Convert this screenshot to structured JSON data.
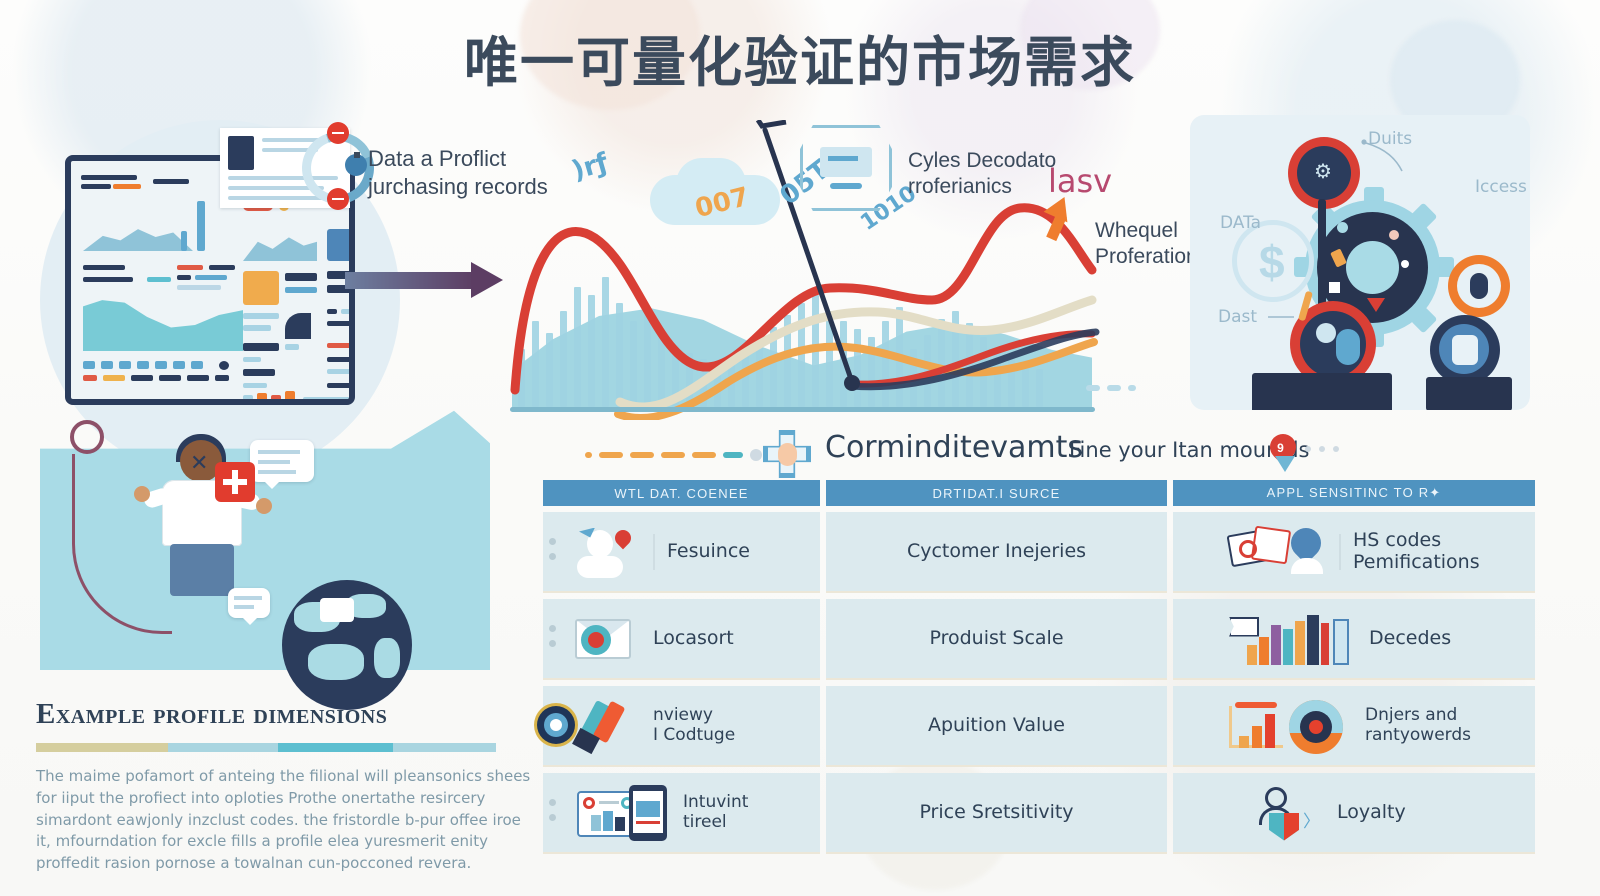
{
  "title": "唯一可量化验证的市场需求",
  "callouts": {
    "left_panel": {
      "line1": "Data a Proflict",
      "line2": "jurchasing records"
    },
    "center_top": {
      "line1": "Cyles Decodato",
      "line2": "rroferianics"
    },
    "center_accent": "lasv",
    "center_right": {
      "line1": "Whequel",
      "line2": "Proferations"
    },
    "scribbles": [
      ")rƒ",
      "007",
      "05T",
      "1010"
    ]
  },
  "right_panel": {
    "labels": {
      "top": "Duits",
      "right": "Iccess",
      "left": "DATa",
      "bottom": "Dast"
    }
  },
  "mid_heading": {
    "title": "Corminditevamts",
    "subtitle": "Fine your Itan mounlds",
    "pin_badge": "9"
  },
  "table": {
    "headers": [
      "WTL DAT. COENEE",
      "DRTIDAT.I SURCE",
      "APPL SENSITINC TO R✦"
    ],
    "rows": [
      {
        "col1": {
          "label": "Fesuince",
          "label2": "",
          "icon": "user-pin-icon"
        },
        "col2": "Cyctomer Inejeries",
        "col3": {
          "label": "HS codes",
          "label2": "Pemifications",
          "icon": "cards-location-icon"
        }
      },
      {
        "col1": {
          "label": "Locasort",
          "label2": "",
          "icon": "envelope-search-icon"
        },
        "col2": "Produist Scale",
        "col3": {
          "label": "Decedes",
          "label2": "",
          "icon": "books-bars-icon"
        }
      },
      {
        "col1": {
          "label": "nviewy",
          "label2": "I Codtuge",
          "icon": "pencil-marker-icon"
        },
        "col2": "Apuition Value",
        "col3": {
          "label": "Dnjers and",
          "label2": "rantyowerds",
          "icon": "chart-donut-icon"
        }
      },
      {
        "col1": {
          "label": "Intuvint",
          "label2": "tireel",
          "icon": "dashboard-tablet-icon"
        },
        "col2": "Price Sretsitivity",
        "col3": {
          "label": "Loyalty",
          "label2": "",
          "icon": "person-shield-icon"
        }
      }
    ]
  },
  "bottom_left": {
    "heading": "Example profile dimensions",
    "paragraph": "The maime pofamort of anteing the filional will pleansonics shees for iiput the profiect into oploties Prothe onertathe resircery simardont eawjonly inzclust codes. the fristordle b-pur offee iroe it, mfourndation for excle fills a profile elea yuresmerit enity proffedit rasion pornose a towalnan cun-pocconed revera.",
    "bar_colors": [
      "#d5ce9e",
      "#a9d5e0",
      "#5dbfd0",
      "#a9d5e0"
    ]
  },
  "theme": {
    "title_color": "#3b4a5c",
    "header_blue": "#4f93c0",
    "cell_bg": "#dceaee",
    "accent_red": "#d93f35",
    "accent_orange": "#ef7d2e",
    "accent_teal": "#5dbfd0",
    "navy": "#2b3c5c",
    "muted_text": "#7f9aa8"
  }
}
